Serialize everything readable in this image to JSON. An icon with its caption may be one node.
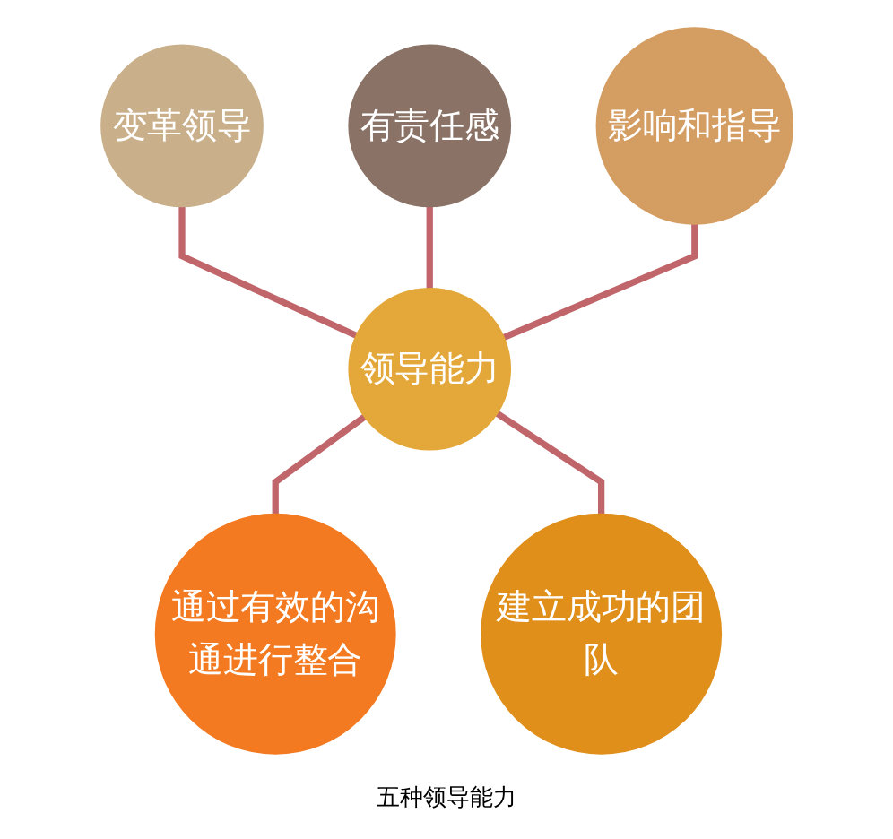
{
  "diagram": {
    "caption": "五种领导能力",
    "nodes": [
      {
        "text": [
          "有责任感"
        ]
      },
      {
        "text": [
          "变革领导"
        ]
      },
      {
        "text": [
          "影响和指导"
        ]
      },
      {
        "text": [
          "领导能力"
        ]
      },
      {
        "text": [
          "通过有效的沟通进行整合"
        ]
      },
      {
        "text": [
          "建立成功的团队"
        ]
      }
    ],
    "edges": [
      {
        "from": 1,
        "to": 3,
        "arrow": "none"
      },
      {
        "from": 0,
        "to": 3,
        "arrow": "none"
      },
      {
        "from": 2,
        "to": 3,
        "arrow": "none"
      },
      {
        "from": 3,
        "to": 4,
        "arrow": "none"
      },
      {
        "from": 3,
        "to": 5,
        "arrow": "none"
      }
    ]
  }
}
